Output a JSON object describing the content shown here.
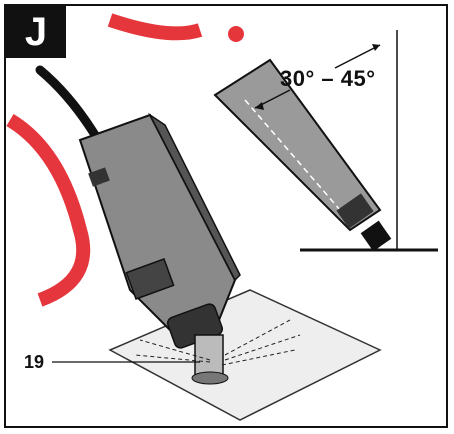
{
  "figure": {
    "badge_letter": "J",
    "angle_text": "30° – 45°",
    "part_number": "19"
  },
  "colors": {
    "badge_bg": "#111111",
    "tool_body": "#8a8a8a",
    "watermark": "#e1131b"
  }
}
